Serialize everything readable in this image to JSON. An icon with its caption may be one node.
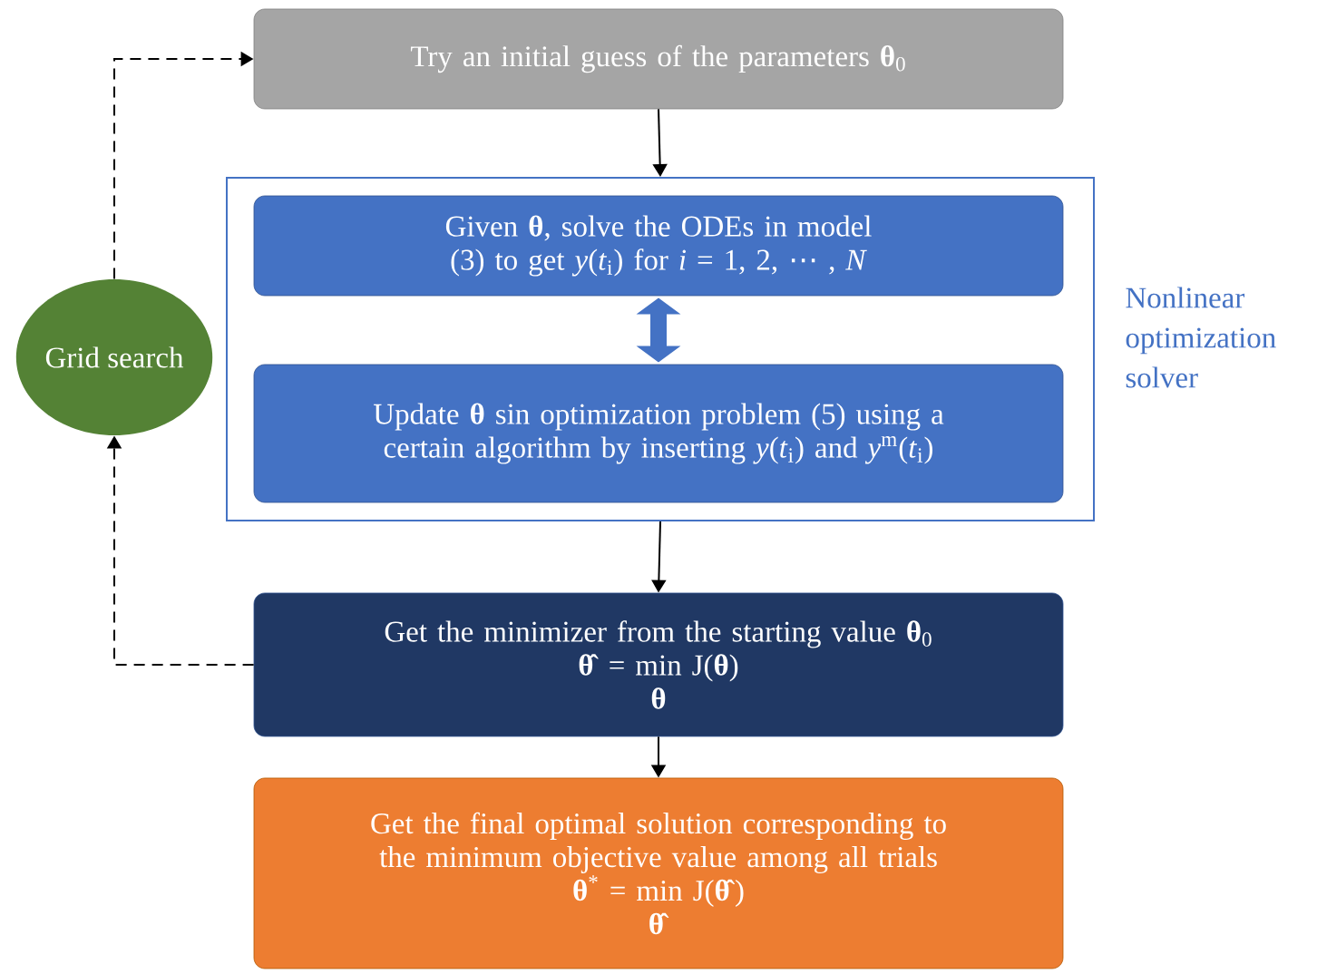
{
  "diagram": {
    "nodes": [
      {
        "text": [
          "Try an initial guess of the parameters **θ**$_{0}$"
        ]
      },
      {
        "text": [],
        "shape": "box",
        "beside": [
          "Nonlinear optimization solver"
        ]
      },
      {
        "text": [
          "Given **θ**, solve the ODEs in model (3) to get *y*(*t*$_{i}$) for *i* = 1, 2, ⋯ , *N*"
        ],
        "in": 1
      },
      {
        "text": [
          "Update **θ** sin optimization problem (5) using a certain algorithm by inserting *y*(*t*$_{i}$) and *y*$^{m}$(*t*$_{i}$)"
        ],
        "in": 1
      },
      {
        "text": [
          "Get the minimizer from the starting value **θ**$_{0}$",
          "**θ̂** = min J(**θ**)",
          "**θ**"
        ]
      },
      {
        "text": [
          "Get the final optimal solution corresponding to the minimum objective value among all trials",
          "**θ**$^{*}$ = min J(**θ̂**)",
          "**θ̂**"
        ]
      },
      {
        "text": [
          "Grid search"
        ]
      }
    ],
    "edges": [
      {
        "from": 0,
        "to": 1,
        "arrow": "to"
      },
      {
        "from": 2,
        "to": 3,
        "arrow": "both",
        "style": "thick",
        "color": "#4472c4"
      },
      {
        "from": 1,
        "to": 4,
        "arrow": "to"
      },
      {
        "from": 4,
        "to": 5,
        "arrow": "to"
      },
      {
        "from": 4,
        "to": 6,
        "arrow": "to",
        "style": "dashed"
      },
      {
        "from": 6,
        "to": 0,
        "arrow": "to",
        "style": "dashed"
      }
    ]
  }
}
